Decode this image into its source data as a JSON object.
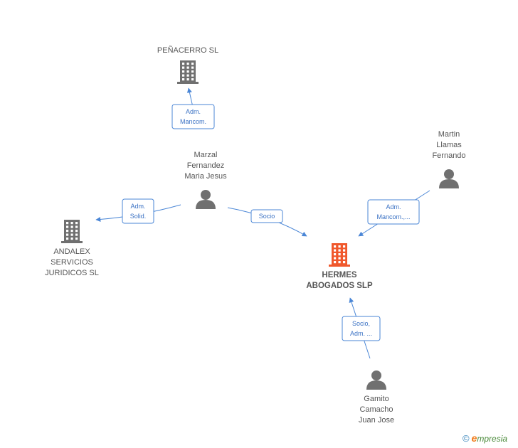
{
  "colors": {
    "company": "#707070",
    "company_main": "#f0582c",
    "person": "#707070",
    "edge": "#4a86d6",
    "edge_text": "#3b72c4",
    "label": "#555555"
  },
  "nodes": [
    {
      "id": "penacerro",
      "kind": "company",
      "lines": [
        "PEÑACERRO SL"
      ]
    },
    {
      "id": "marzal",
      "kind": "person",
      "lines": [
        "Marzal",
        "Fernandez",
        "Maria Jesus"
      ]
    },
    {
      "id": "andalex",
      "kind": "company",
      "lines": [
        "ANDALEX",
        "SERVICIOS",
        "JURIDICOS SL"
      ]
    },
    {
      "id": "martin",
      "kind": "person",
      "lines": [
        "Martin",
        "Llamas",
        "Fernando"
      ]
    },
    {
      "id": "hermes",
      "kind": "company_main",
      "lines": [
        "HERMES",
        "ABOGADOS SLP"
      ]
    },
    {
      "id": "gamito",
      "kind": "person",
      "lines": [
        "Gamito",
        "Camacho",
        "Juan Jose"
      ]
    }
  ],
  "edges": [
    {
      "from": "marzal",
      "to": "penacerro",
      "lines": [
        "Adm.",
        "Mancom."
      ]
    },
    {
      "from": "marzal",
      "to": "andalex",
      "lines": [
        "Adm.",
        "Solid."
      ]
    },
    {
      "from": "marzal",
      "to": "hermes",
      "lines": [
        "Socio"
      ]
    },
    {
      "from": "martin",
      "to": "hermes",
      "lines": [
        "Adm.",
        "Mancom.,..."
      ]
    },
    {
      "from": "gamito",
      "to": "hermes",
      "lines": [
        "Socio,",
        "Adm. ..."
      ]
    }
  ],
  "brand": {
    "copyright": "©",
    "initial": "e",
    "name": "mpresia"
  }
}
